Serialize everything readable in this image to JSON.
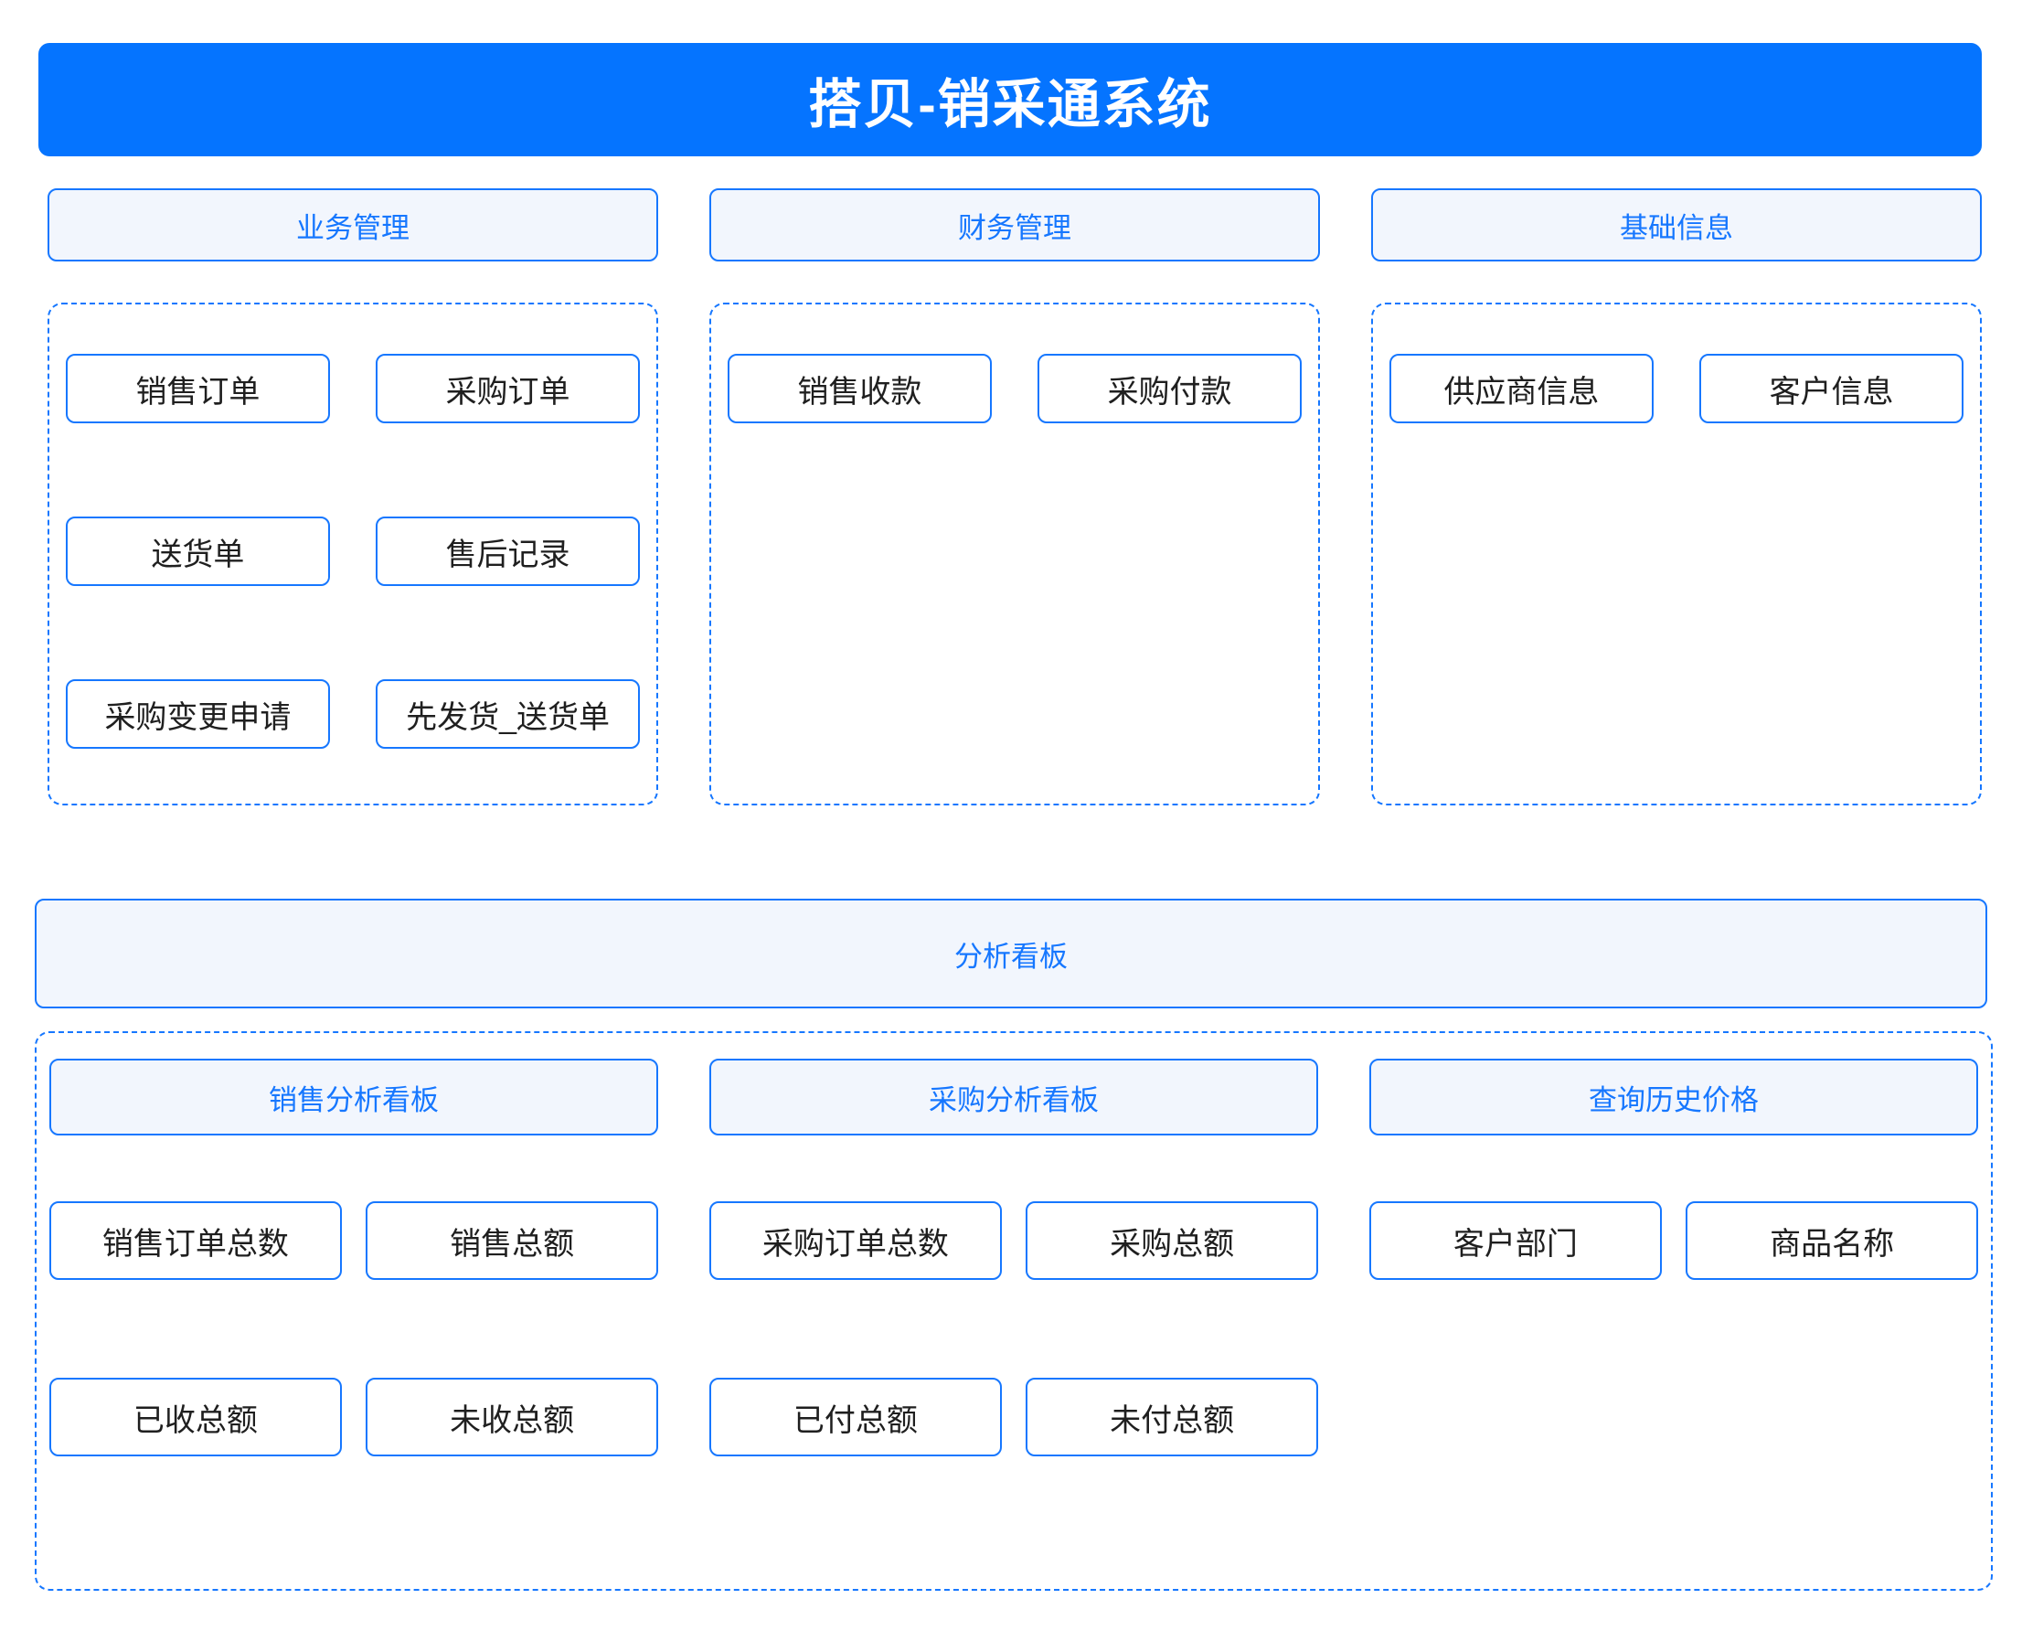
{
  "app": {
    "title": "搭贝-销采通系统"
  },
  "colors": {
    "primary_bar_blue": "#0574ff",
    "accent_blue": "#1677ff",
    "header_fill": "#f2f6fd",
    "item_text": "#1f1f1f",
    "title_text": "#ffffff"
  },
  "sections": [
    {
      "id": "business",
      "title": "业务管理",
      "items": [
        "销售订单",
        "采购订单",
        "送货单",
        "售后记录",
        "采购变更申请",
        "先发货_送货单"
      ]
    },
    {
      "id": "finance",
      "title": "财务管理",
      "items": [
        "销售收款",
        "采购付款"
      ]
    },
    {
      "id": "basic-info",
      "title": "基础信息",
      "items": [
        "供应商信息",
        "客户信息"
      ]
    }
  ],
  "dashboard": {
    "title": "分析看板",
    "subsections": [
      {
        "id": "sales-analysis",
        "title": "销售分析看板",
        "items": [
          "销售订单总数",
          "销售总额",
          "已收总额",
          "未收总额"
        ]
      },
      {
        "id": "purchase-analysis",
        "title": "采购分析看板",
        "items": [
          "采购订单总数",
          "采购总额",
          "已付总额",
          "未付总额"
        ]
      },
      {
        "id": "history-price",
        "title": "查询历史价格",
        "items": [
          "客户部门",
          "商品名称"
        ]
      }
    ]
  }
}
